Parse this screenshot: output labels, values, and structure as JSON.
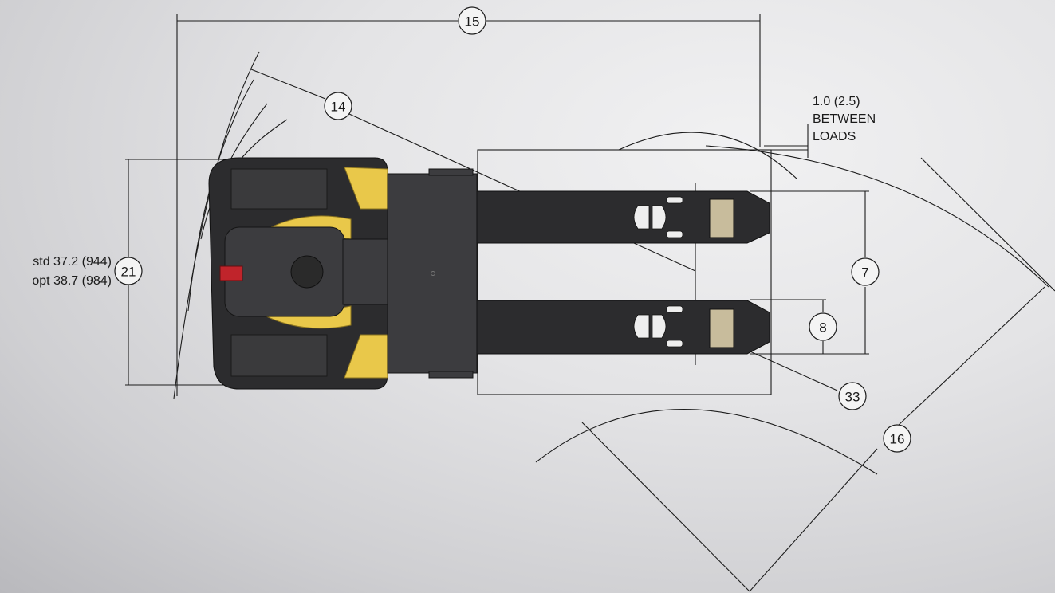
{
  "callouts": {
    "overall_length": "15",
    "turning_radius": "14",
    "overall_width": "21",
    "outside_fork_width": "7",
    "fork_width": "8",
    "load_wheel": "33",
    "aisle_width": "16"
  },
  "width_note": {
    "line1": "std 37.2 (944)",
    "line2": "opt 38.7 (984)"
  },
  "clearance_note": {
    "value": "1.0 (2.5)",
    "line1": "BETWEEN",
    "line2": "LOADS"
  },
  "colors": {
    "truck_body": "#2c2c2e",
    "truck_accent": "#e9c84a",
    "control_red": "#c0242b",
    "load_wheel": "#c8bc9c"
  }
}
